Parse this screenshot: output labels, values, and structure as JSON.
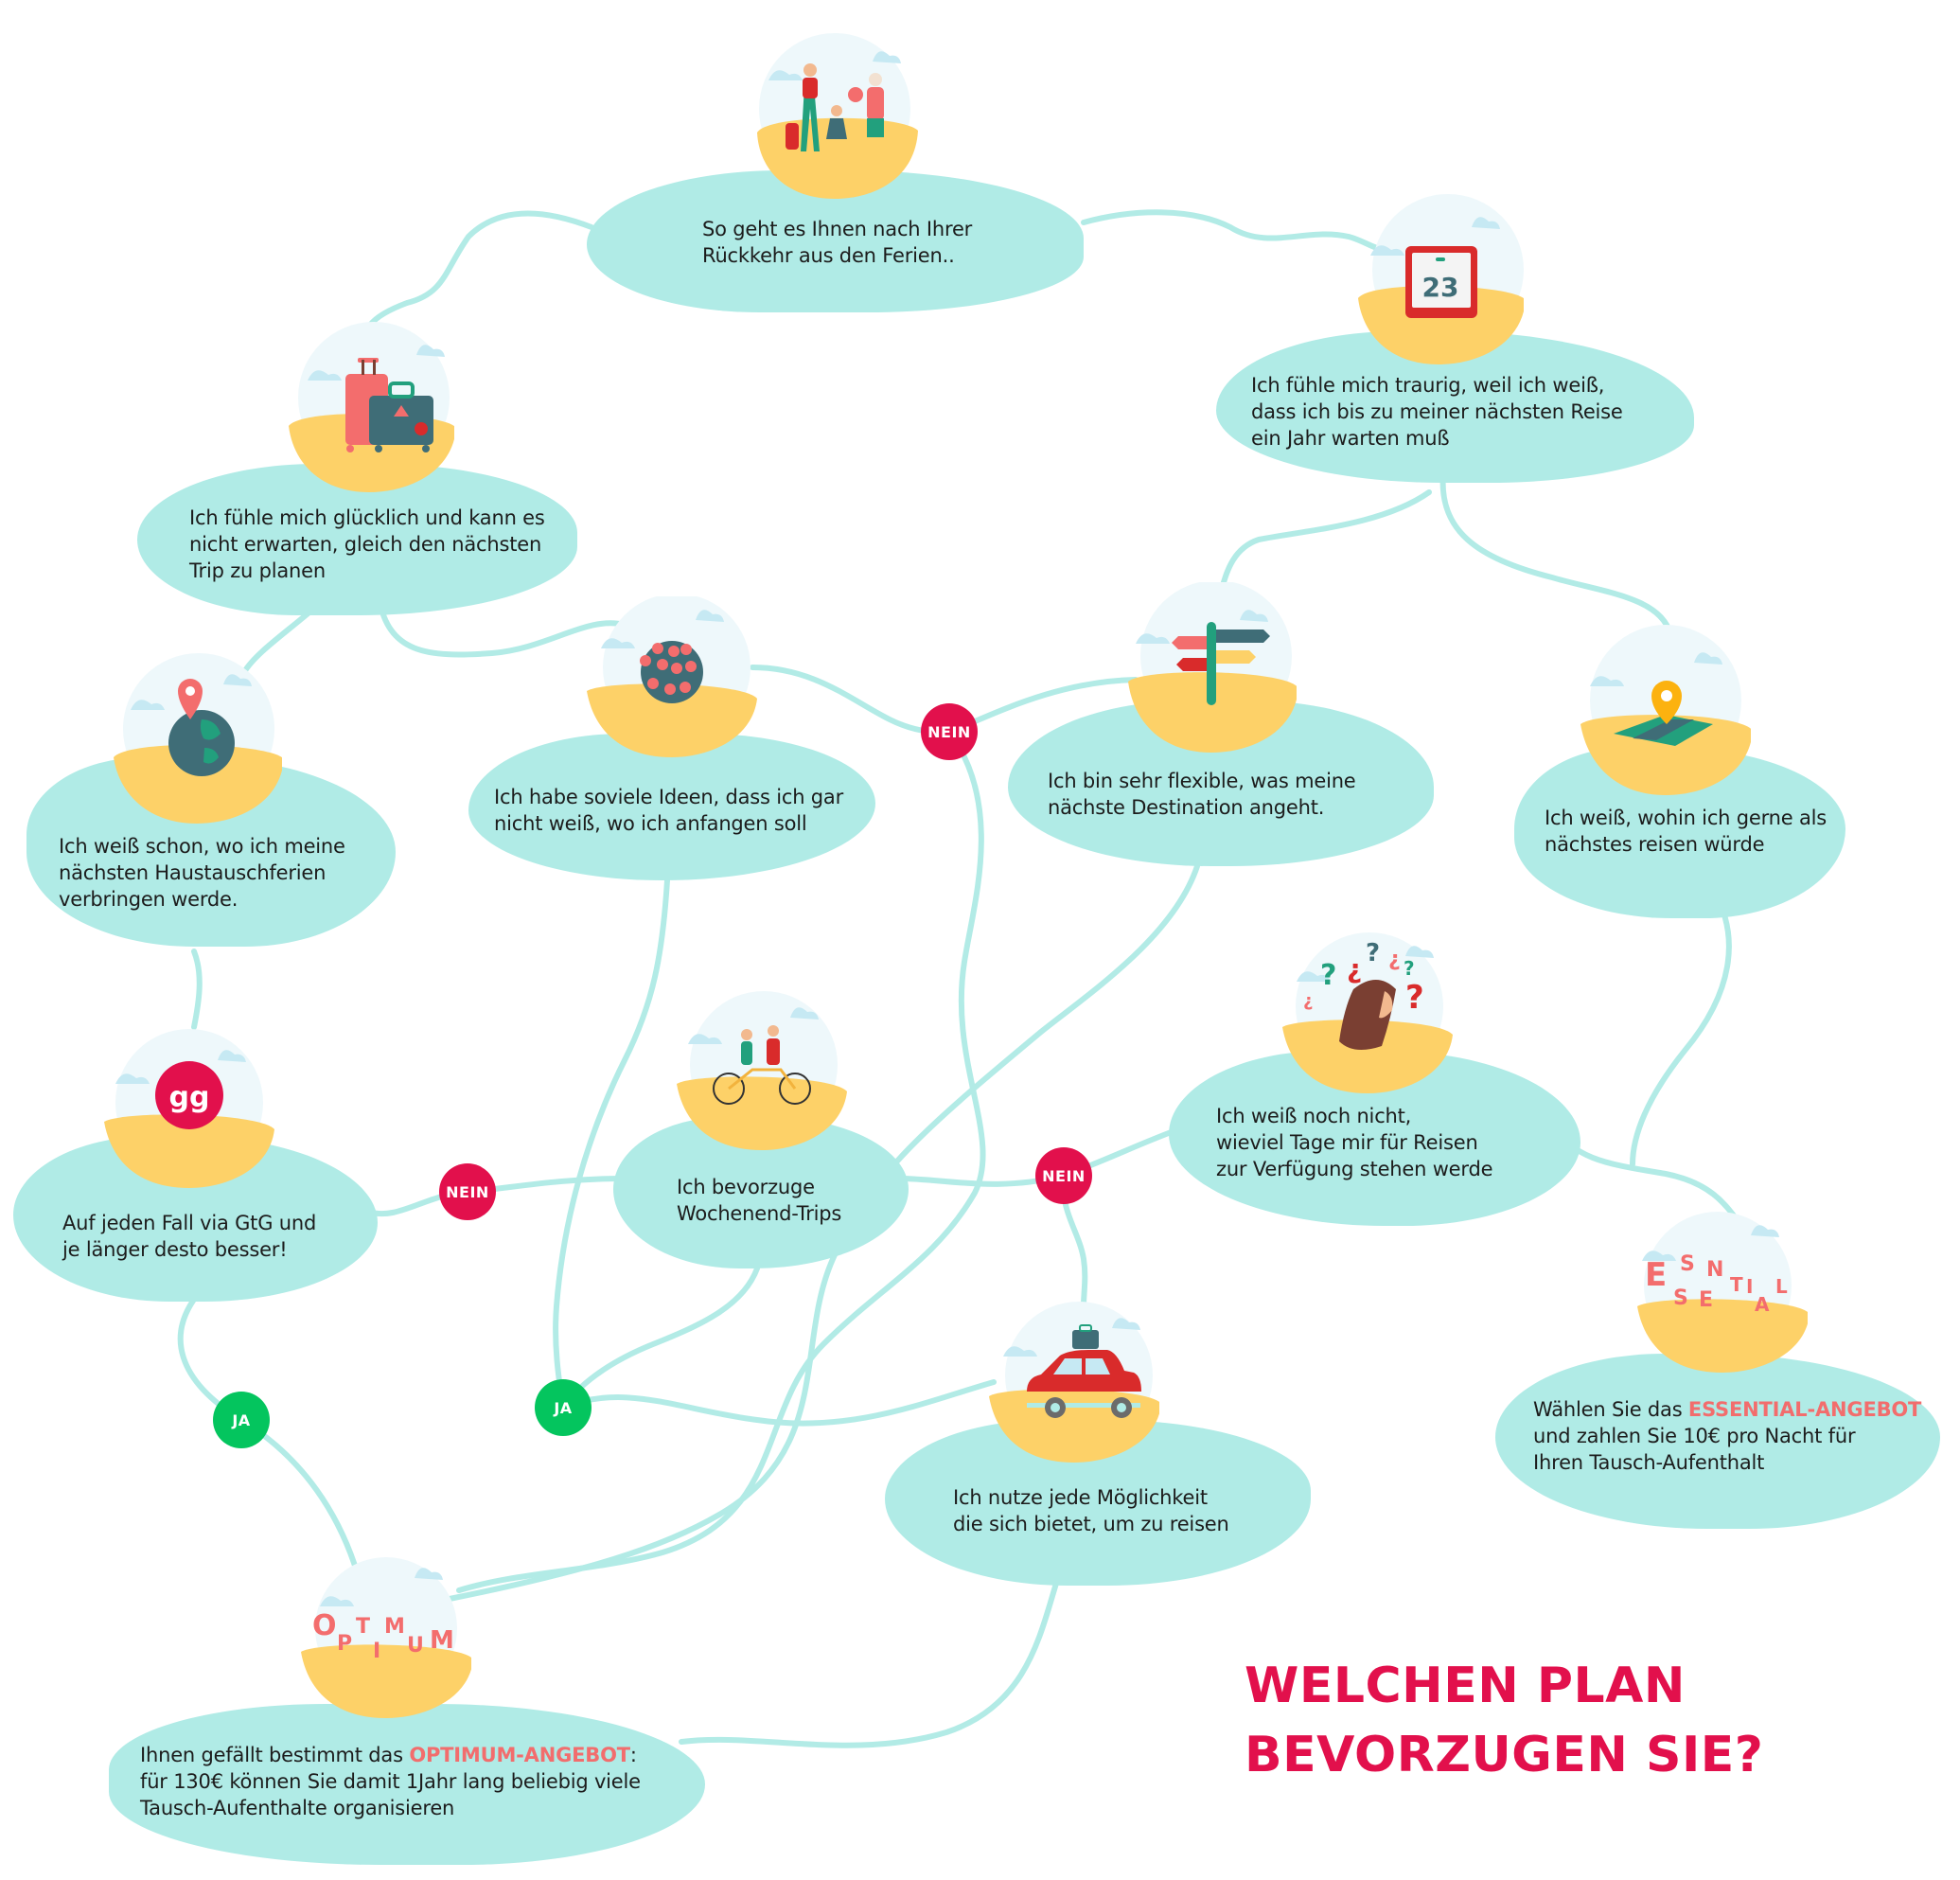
{
  "title": {
    "line1": "WELCHEN PLAN",
    "line2": "BEVORZUGEN SIE?"
  },
  "colors": {
    "blob": "#b0ebe6",
    "link": "#b2ebe6",
    "sand": "#fdd168",
    "sky": "#eef8fb",
    "cloud": "#c6e9f3",
    "nein": "#e2104c",
    "ja": "#04c55e",
    "highlight": "#f26d6d",
    "title": "#e2104c"
  },
  "nodes": {
    "start": {
      "icon": "family-travel-icon",
      "lines": [
        "So geht es Ihnen nach Ihrer",
        "Rückkehr aus den Ferien.."
      ]
    },
    "happy": {
      "icon": "suitcases-icon",
      "lines": [
        "Ich fühle mich glücklich und kann es",
        "nicht erwarten, gleich den nächsten",
        "Trip zu planen"
      ]
    },
    "sad": {
      "icon": "calendar-icon",
      "calendar_day": "23",
      "lines": [
        "Ich fühle mich traurig, weil ich weiß,",
        "dass ich bis zu meiner nächsten Reise",
        "ein Jahr warten muß"
      ]
    },
    "know_where": {
      "icon": "globe-pin-icon",
      "lines": [
        "Ich weiß schon, wo ich meine",
        "nächsten Haustauschferien",
        "verbringen werde."
      ]
    },
    "many_ideas": {
      "icon": "globe-many-pins-icon",
      "lines": [
        "Ich habe soviele Ideen, dass ich gar",
        "nicht weiß, wo ich anfangen soll"
      ]
    },
    "flexible": {
      "icon": "signpost-icon",
      "lines": [
        "Ich bin sehr flexible, was meine",
        "nächste Destination angeht."
      ]
    },
    "know_destination": {
      "icon": "map-pin-icon",
      "lines": [
        "Ich weiß, wohin ich gerne als",
        "nächstes reisen würde"
      ]
    },
    "gtg": {
      "icon": "gtg-logo-icon",
      "logo_text": "gg",
      "lines": [
        "Auf jeden Fall via GtG und",
        "je länger desto besser!"
      ]
    },
    "weekend": {
      "icon": "tandem-bicycle-icon",
      "lines": [
        "Ich bevorzuge",
        "Wochenend-Trips"
      ]
    },
    "unsure_days": {
      "icon": "question-marks-woman-icon",
      "lines": [
        "Ich weiß noch nicht,",
        "wieviel Tage mir für Reisen",
        "zur Verfügung stehen werde"
      ]
    },
    "every_chance": {
      "icon": "car-luggage-icon",
      "lines": [
        "Ich nutze jede Möglichkeit",
        "die sich bietet, um zu reisen"
      ]
    },
    "essential": {
      "icon": "essential-letters-icon",
      "word": "ESSENTIAL",
      "pre": "Wählen Sie das ",
      "highlight": "ESSENTIAL-ANGEBOT",
      "lines": [
        "und zahlen Sie 10€ pro Nacht für",
        "Ihren Tausch-Aufenthalt"
      ]
    },
    "optimum": {
      "icon": "optimum-letters-icon",
      "word": "OPTIMUM",
      "pre": "Ihnen gefällt bestimmt das ",
      "highlight": "OPTIMUM-ANGEBOT",
      "post": ":",
      "lines": [
        "für 130€ können Sie damit 1Jahr lang beliebig viele",
        "Tausch-Aufenthalte organisieren"
      ]
    }
  },
  "badges": {
    "nein_1": "NEIN",
    "nein_2": "NEIN",
    "nein_3": "NEIN",
    "ja_1": "JA",
    "ja_2": "JA"
  }
}
